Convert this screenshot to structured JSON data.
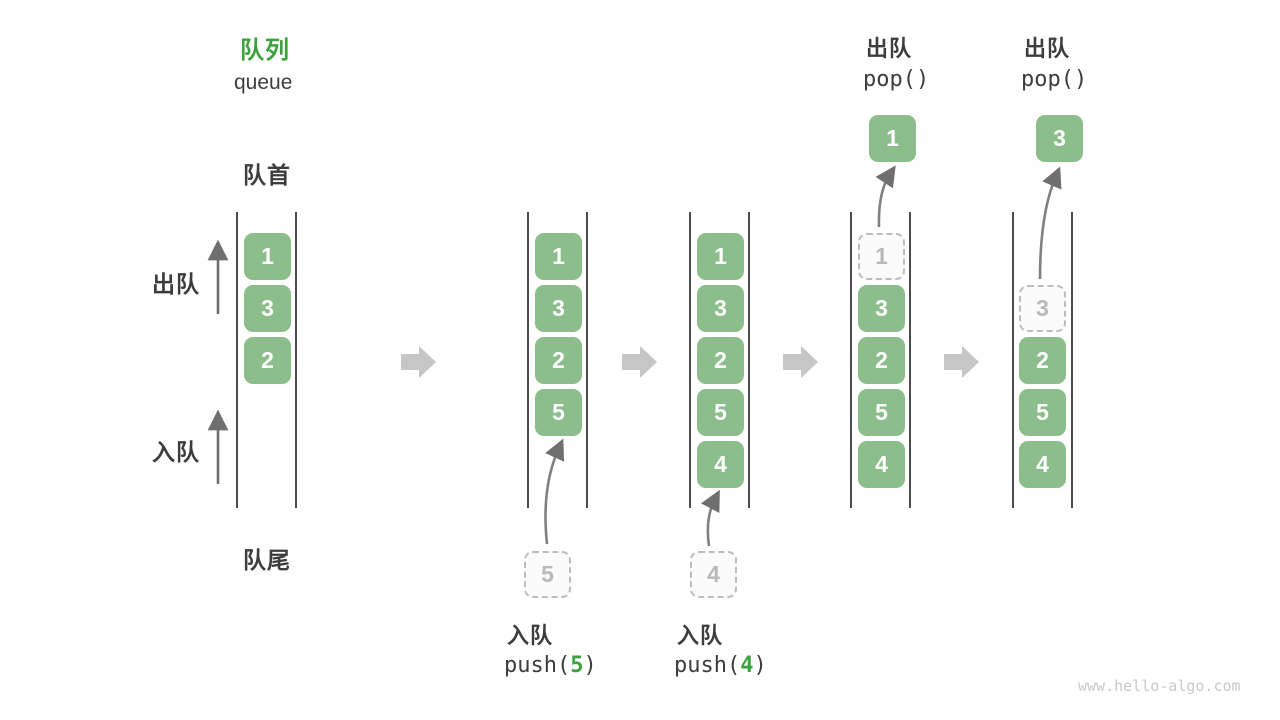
{
  "title": {
    "zh": "队列",
    "en": "queue"
  },
  "labels": {
    "front": "队首",
    "rear": "队尾",
    "dequeue": "出队",
    "enqueue": "入队"
  },
  "watermark": "www.hello-algo.com",
  "colors": {
    "accent_green": "#3da23d",
    "box_green": "#8cbe8c",
    "ghost_gray": "#bcbcbc",
    "rail_dark": "#4b4b4d",
    "arrow_gray": "#7a7a7a",
    "block_arrow_gray": "#c6c6c6"
  },
  "stage1": {
    "slot0": "1",
    "slot1": "3",
    "slot2": "2"
  },
  "stage2": {
    "slot0": "1",
    "slot1": "3",
    "slot2": "2",
    "slot3": "5",
    "incoming": "5",
    "op_zh": "入队",
    "op_fn": "push(",
    "op_arg": "5",
    "op_close": ")"
  },
  "stage3": {
    "slot0": "1",
    "slot1": "3",
    "slot2": "2",
    "slot3": "5",
    "slot4": "4",
    "incoming": "4",
    "op_zh": "入队",
    "op_fn": "push(",
    "op_arg": "4",
    "op_close": ")"
  },
  "stage4": {
    "ghost0": "1",
    "slot1": "3",
    "slot2": "2",
    "slot3": "5",
    "slot4": "4",
    "popped": "1",
    "op_zh": "出队",
    "op_fn": "pop()"
  },
  "stage5": {
    "ghost1": "3",
    "slot2": "2",
    "slot3": "5",
    "slot4": "4",
    "popped": "3",
    "op_zh": "出队",
    "op_fn": "pop()"
  }
}
